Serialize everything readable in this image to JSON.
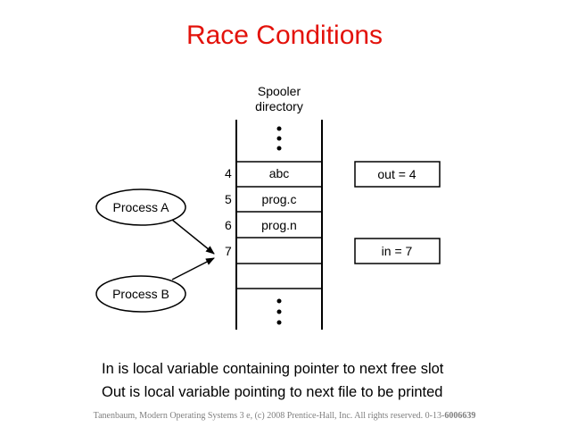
{
  "title": "Race Conditions",
  "diagram": {
    "directory_label_line1": "Spooler",
    "directory_label_line2": "directory",
    "slots": [
      {
        "index": "4",
        "content": "abc"
      },
      {
        "index": "5",
        "content": "prog.c"
      },
      {
        "index": "6",
        "content": "prog.n"
      },
      {
        "index": "7",
        "content": ""
      }
    ],
    "out_box": "out = 4",
    "in_box": "in = 7",
    "process_a": "Process A",
    "process_b": "Process B"
  },
  "captions": {
    "line1": "In is local variable containing pointer to next free slot",
    "line2": "Out is local variable pointing to next file to be printed"
  },
  "footer": {
    "text": "Tanenbaum, Modern Operating Systems 3 e, (c) 2008 Prentice-Hall, Inc. All rights reserved. 0-13-",
    "isbn_bold": "6006639"
  }
}
